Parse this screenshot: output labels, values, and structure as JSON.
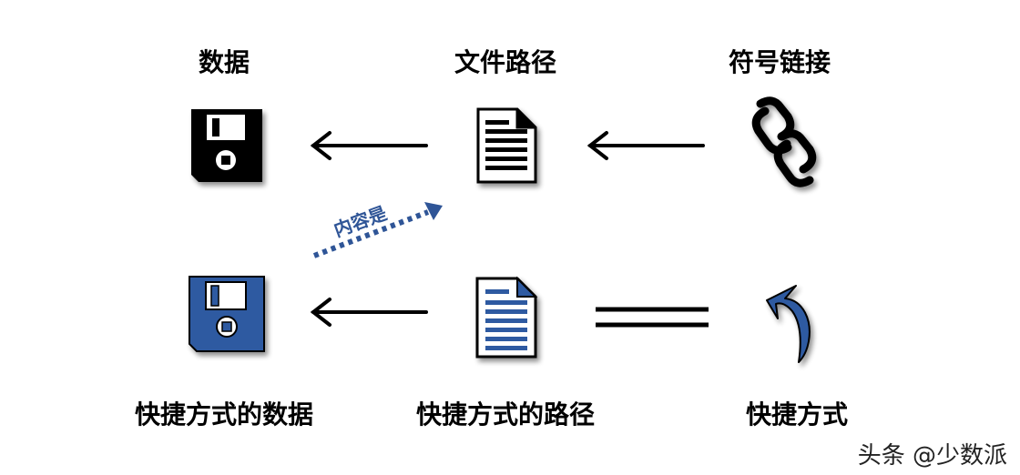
{
  "labels": {
    "data": "数据",
    "file_path": "文件路径",
    "symlink": "符号链接",
    "shortcut_data": "快捷方式的数据",
    "shortcut_path": "快捷方式的路径",
    "shortcut": "快捷方式"
  },
  "annotation": "内容是",
  "watermark": "头条 @少数派",
  "colors": {
    "black": "#000000",
    "blue": "#2f5aa1",
    "annotation_blue": "#2f5597"
  },
  "icons": {
    "top_left": "floppy-disk-icon",
    "top_middle": "document-icon",
    "top_right": "chain-link-icon",
    "bottom_left": "floppy-disk-icon",
    "bottom_middle": "document-icon",
    "bottom_right": "curved-arrow-icon"
  }
}
